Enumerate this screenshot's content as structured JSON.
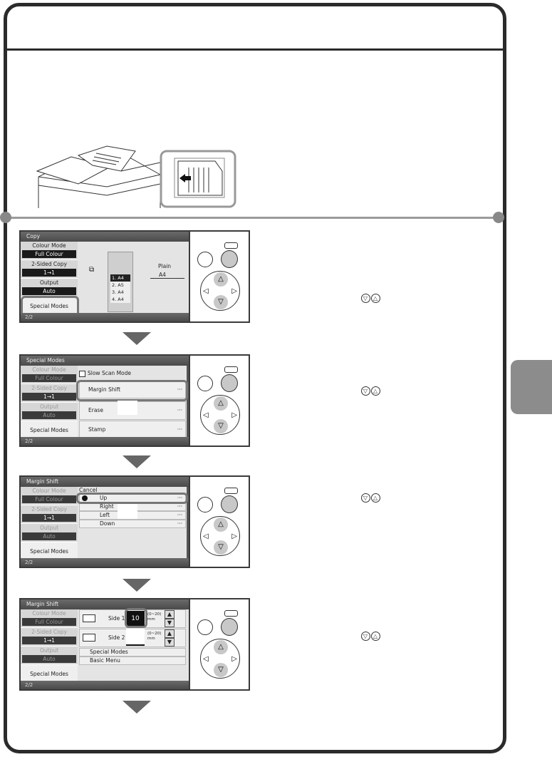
{
  "left_panel": {
    "colour_mode_label": "Colour Mode",
    "colour_mode_value": "Full Colour",
    "two_sided_label": "2-Sided Copy",
    "two_sided_value": "1→1",
    "output_label": "Output",
    "output_value": "Auto",
    "special_modes": "Special Modes"
  },
  "page_indicator": "2/2",
  "dots": "···",
  "key_symbols": {
    "down": "▽",
    "up": "△"
  },
  "screen1": {
    "title": "Copy",
    "paper_type": "Plain",
    "paper_size": "A4",
    "trays": [
      "1. A4",
      "2. A5",
      "3. A4",
      "4. A4"
    ]
  },
  "screen2": {
    "title": "Special Modes",
    "checkbox": "Slow Scan Mode",
    "items": [
      "Margin Shift",
      "Erase",
      "Stamp"
    ]
  },
  "screen3": {
    "title": "Margin Shift",
    "cancel": "Cancel",
    "options": [
      "Up",
      "Right",
      "Left",
      "Down"
    ]
  },
  "screen4": {
    "title": "Margin Shift",
    "side1": "Side 1",
    "side1_value": "10",
    "side2": "Side 2",
    "range": "(0~20)",
    "unit": "mm",
    "special_modes_btn": "Special Modes",
    "basic_menu_btn": "Basic Menu"
  }
}
